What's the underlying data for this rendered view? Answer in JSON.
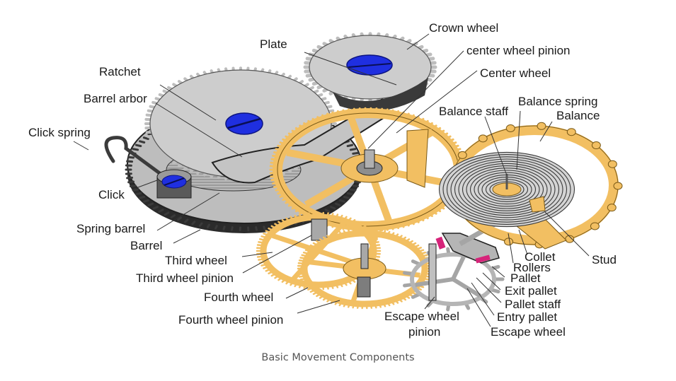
{
  "figure": {
    "caption": "Basic Movement Components",
    "colors": {
      "steel": "#c9c9c9",
      "steel_dark": "#8a8a8a",
      "brass": "#f2bf62",
      "brass_dark": "#c58f2e",
      "screw_blue": "#1f2fe0",
      "jewel_pink": "#d6247a",
      "ink": "#1a1a1a",
      "caption": "#555555"
    }
  },
  "labels": {
    "crown_wheel": "Crown wheel",
    "plate": "Plate",
    "center_wheel_pinion": "center wheel pinion",
    "ratchet": "Ratchet",
    "center_wheel": "Center wheel",
    "barrel_arbor": "Barrel arbor",
    "balance_spring": "Balance spring",
    "balance_staff": "Balance staff",
    "balance": "Balance",
    "click_spring": "Click spring",
    "click": "Click",
    "spring_barrel": "Spring barrel",
    "barrel": "Barrel",
    "third_wheel": "Third wheel",
    "third_wheel_pinion": "Third wheel pinion",
    "fourth_wheel": "Fourth wheel",
    "fourth_wheel_pinion": "Fourth wheel pinion",
    "collet": "Collet",
    "rollers": "Rollers",
    "pallet": "Pallet",
    "exit_pallet": "Exit pallet",
    "pallet_staff": "Pallet staff",
    "entry_pallet": "Entry pallet",
    "escape_wheel": "Escape wheel",
    "escape_wheel_pinion_line1": "Escape wheel",
    "escape_wheel_pinion_line2": "pinion",
    "stud": "Stud"
  }
}
